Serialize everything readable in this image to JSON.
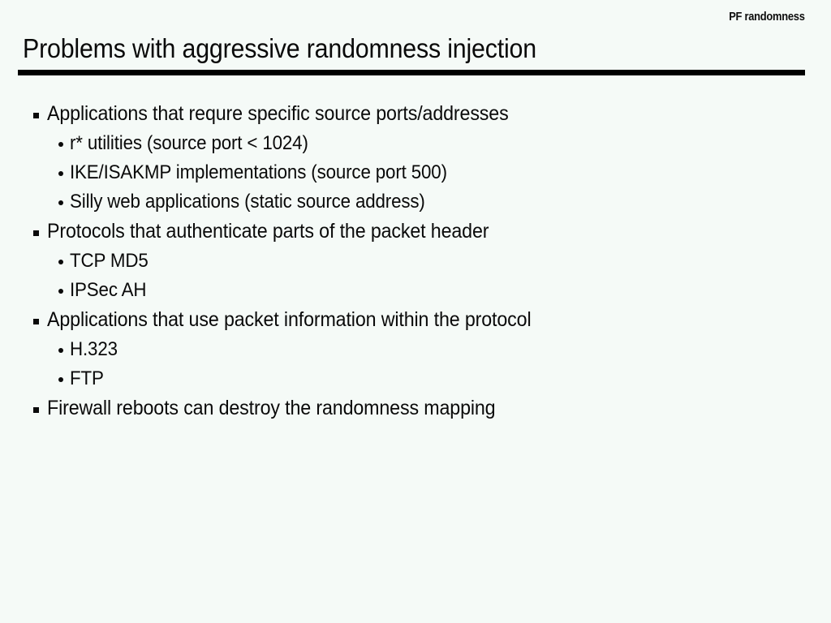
{
  "slide": {
    "running_head": "PF randomness",
    "title": "Problems with aggressive randomness injection",
    "accent_color": "#000000",
    "background_color": "#f5faf7",
    "text_color": "#0a0a0a",
    "bullets": [
      {
        "level": 1,
        "marker": "square-bullet",
        "text": "Applications that requre specific source ports/addresses"
      },
      {
        "level": 2,
        "marker": "round-bullet",
        "text": "r* utilities (source port < 1024)"
      },
      {
        "level": 2,
        "marker": "round-bullet",
        "text": "IKE/ISAKMP implementations (source port 500)"
      },
      {
        "level": 2,
        "marker": "round-bullet",
        "text": "Silly web applications (static source address)"
      },
      {
        "level": 1,
        "marker": "square-bullet",
        "text": "Protocols that authenticate parts of the packet header"
      },
      {
        "level": 2,
        "marker": "round-bullet",
        "text": "TCP MD5"
      },
      {
        "level": 2,
        "marker": "round-bullet",
        "text": "IPSec AH"
      },
      {
        "level": 1,
        "marker": "square-bullet",
        "text": "Applications that use packet information within the protocol"
      },
      {
        "level": 2,
        "marker": "round-bullet",
        "text": "H.323"
      },
      {
        "level": 2,
        "marker": "round-bullet",
        "text": "FTP"
      },
      {
        "level": 1,
        "marker": "square-bullet",
        "text": "Firewall reboots can destroy the randomness mapping"
      }
    ]
  }
}
